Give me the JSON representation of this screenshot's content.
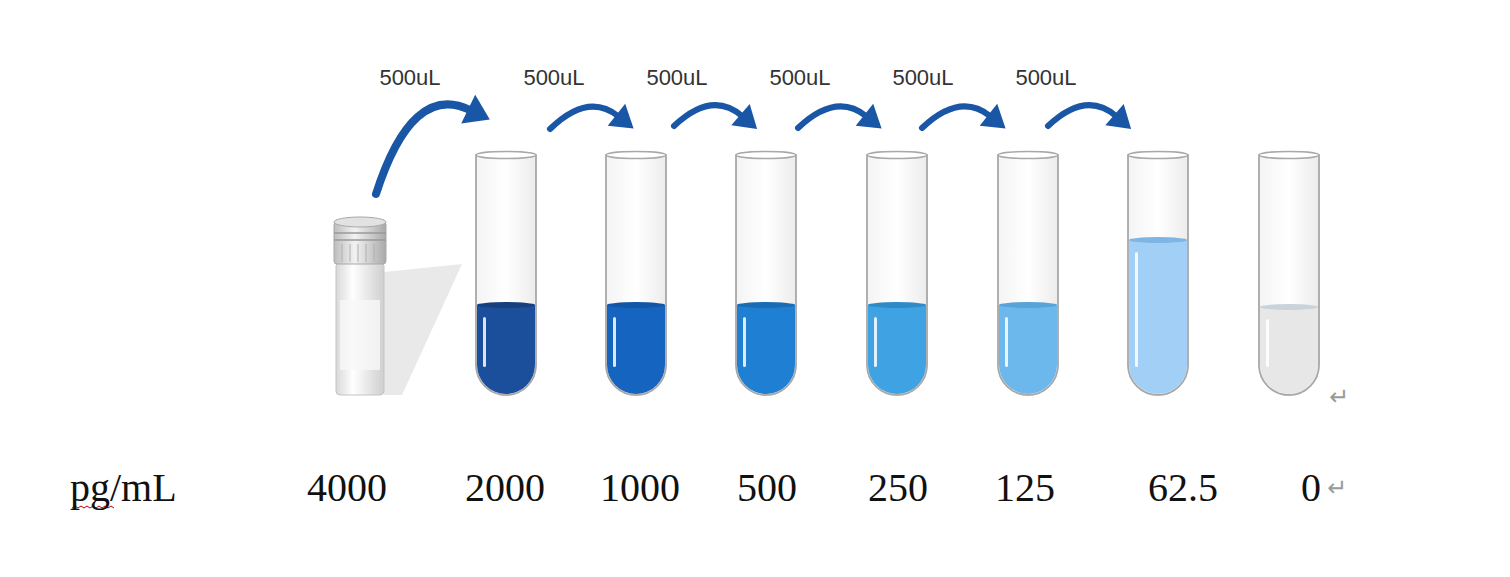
{
  "diagram": {
    "labels": [
      "500uL",
      "500uL",
      "500uL",
      "500uL",
      "500uL",
      "500uL",
      "↵",
      "pg/mL",
      "4000",
      "2000",
      "1000",
      "500",
      "250",
      "125",
      "62.5",
      "0",
      "↵"
    ]
  }
}
